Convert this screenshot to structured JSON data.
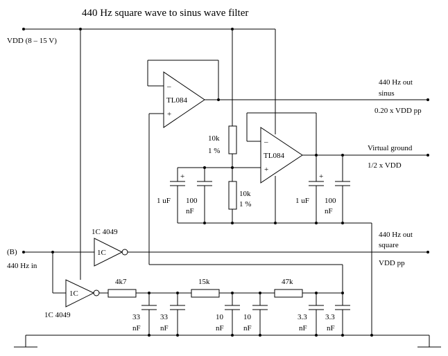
{
  "title": "440 Hz square wave to sinus wave filter",
  "vdd_label": "VDD (8 – 15 V)",
  "input": {
    "label_b": "(B)",
    "label_freq": "440 Hz in"
  },
  "ic_inverter": {
    "part": "1C 4049",
    "gate": "1C"
  },
  "opamp": {
    "part": "TL084",
    "minus": "–",
    "plus": "+"
  },
  "resistors": {
    "r_top": "10k",
    "r_top_tol": "1 %",
    "r_bot": "10k",
    "r_bot_tol": "1 %",
    "r1": "4k7",
    "r2": "15k",
    "r3": "47k"
  },
  "capacitors": {
    "c_1u": "1 uF",
    "c_100": "100",
    "c_100_unit": "nF",
    "c_33": "33",
    "c_10": "10",
    "c_3_3": "3.3",
    "unit_nf": "nF",
    "plus": "+"
  },
  "outputs": {
    "sinus_line1": "440 Hz out",
    "sinus_line2": "sinus",
    "sinus_amp": "0.20 x VDD pp",
    "vg_line1": "Virtual ground",
    "vg_amp": "1/2 x VDD",
    "square_line1": "440 Hz out",
    "square_line2": "square",
    "square_amp": "VDD pp"
  }
}
